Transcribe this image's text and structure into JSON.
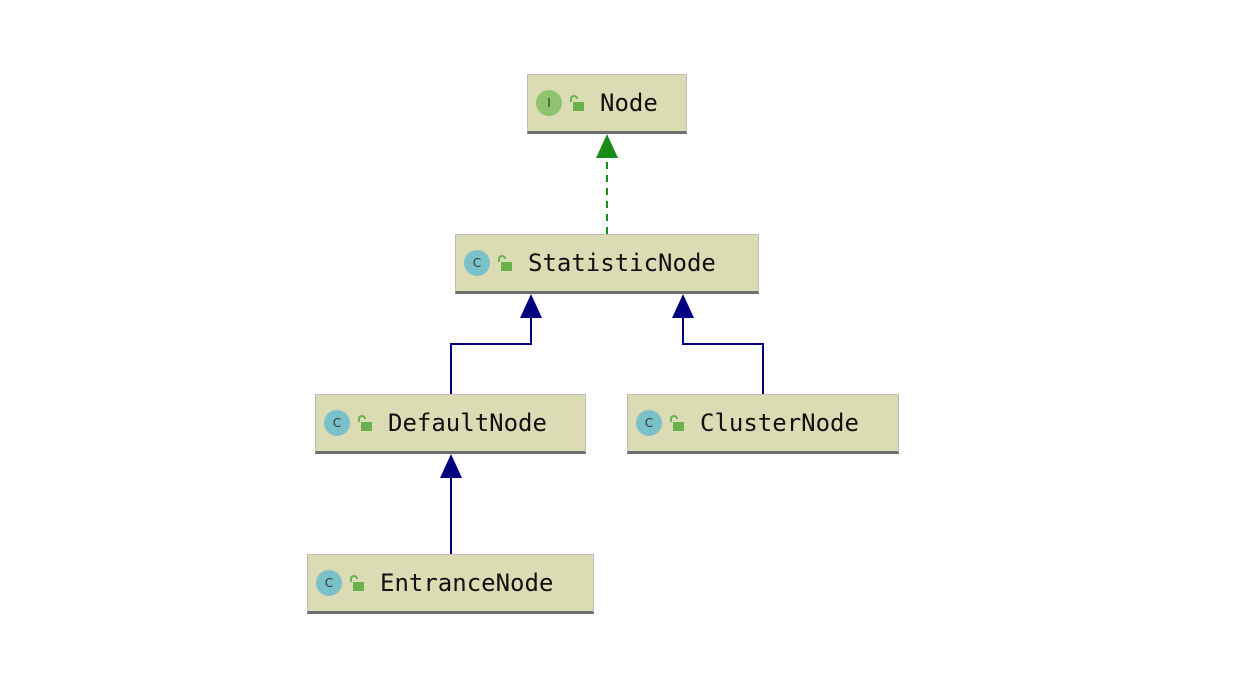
{
  "colors": {
    "node_fill": "#dcdcb4",
    "interface_badge": "#8fc36f",
    "class_badge": "#7ac1c9",
    "lock": "#6ab04c",
    "implements_arrow": "#1a8c1a",
    "extends_arrow": "#000080"
  },
  "nodes": [
    {
      "id": "Node",
      "label": "Node",
      "kind": "interface",
      "kind_letter": "I",
      "icon": "interface-icon"
    },
    {
      "id": "StatisticNode",
      "label": "StatisticNode",
      "kind": "class",
      "kind_letter": "C",
      "icon": "class-icon"
    },
    {
      "id": "DefaultNode",
      "label": "DefaultNode",
      "kind": "class",
      "kind_letter": "C",
      "icon": "class-icon"
    },
    {
      "id": "ClusterNode",
      "label": "ClusterNode",
      "kind": "class",
      "kind_letter": "C",
      "icon": "class-icon"
    },
    {
      "id": "EntranceNode",
      "label": "EntranceNode",
      "kind": "class",
      "kind_letter": "C",
      "icon": "class-icon"
    }
  ],
  "edges": [
    {
      "from": "StatisticNode",
      "to": "Node",
      "type": "implements"
    },
    {
      "from": "DefaultNode",
      "to": "StatisticNode",
      "type": "extends"
    },
    {
      "from": "ClusterNode",
      "to": "StatisticNode",
      "type": "extends"
    },
    {
      "from": "EntranceNode",
      "to": "DefaultNode",
      "type": "extends"
    }
  ]
}
